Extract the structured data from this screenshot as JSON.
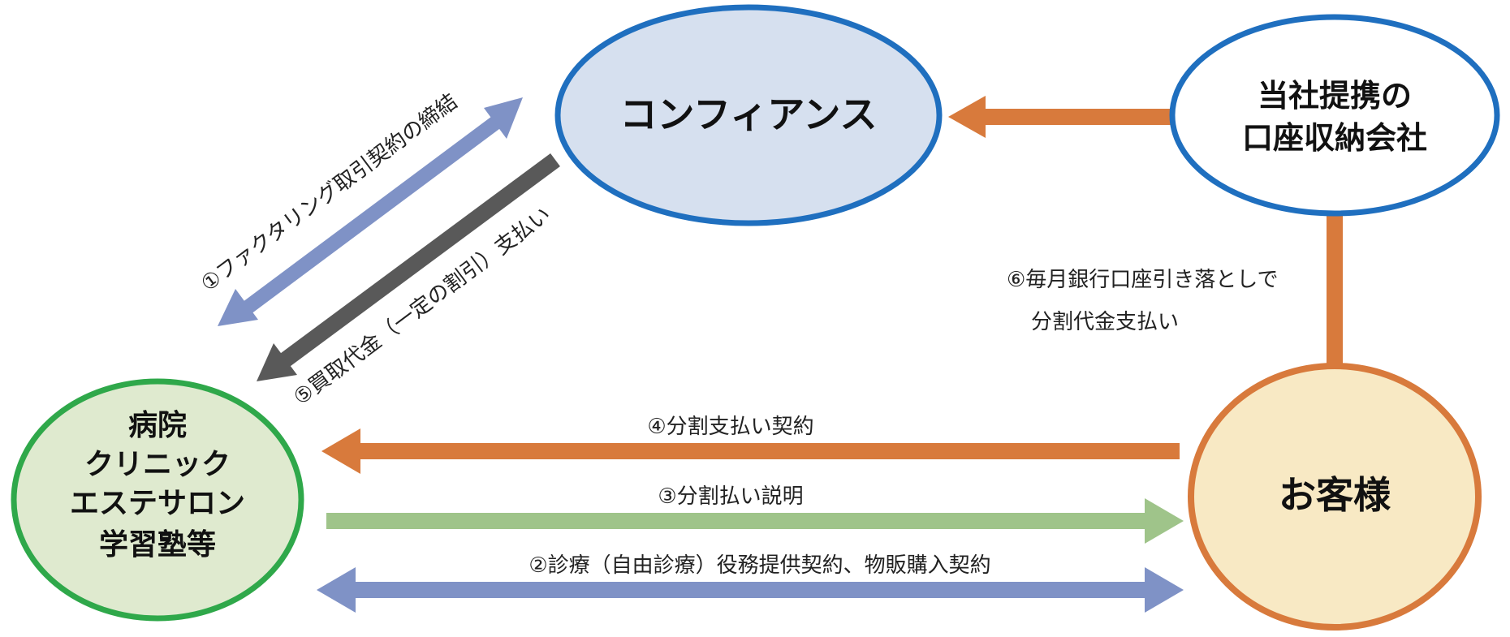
{
  "nodes": {
    "confiance": {
      "label": "コンフィアンス",
      "fill": "#d6e0ef",
      "stroke": "#1f6fbf"
    },
    "partner": {
      "line1": "当社提携の",
      "line2": "口座収納会社",
      "fill": "#ffffff",
      "stroke": "#1f6fbf"
    },
    "clinic": {
      "line1": "病院",
      "line2": "クリニック",
      "line3": "エステサロン",
      "line4": "学習塾等",
      "fill": "#dfeacf",
      "stroke": "#2fa84a"
    },
    "customer": {
      "label": "お客様",
      "fill": "#f8e9c4",
      "stroke": "#d87a3c"
    }
  },
  "edges": {
    "e1": {
      "label": "①ファクタリング取引契約の締結",
      "color": "#7f92c6"
    },
    "e5": {
      "label": "⑤買取代金（一定の割引）支払い",
      "color": "#595959"
    },
    "e6": {
      "line1": "⑥毎月銀行口座引き落としで",
      "line2": "分割代金支払い",
      "color": "#d87a3c"
    },
    "e4": {
      "label": "④分割支払い契約",
      "color": "#d87a3c"
    },
    "e3": {
      "label": "③分割払い説明",
      "color": "#9fc48a"
    },
    "e2": {
      "label": "②診療（自由診療）役務提供契約、物販購入契約",
      "color": "#7f92c6"
    }
  }
}
